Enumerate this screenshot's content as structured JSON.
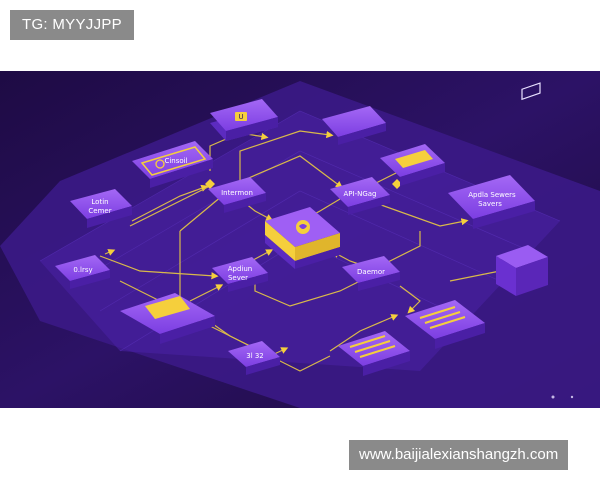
{
  "watermark_top": "TG: MYYJJPP",
  "watermark_bottom": "www.baijialexianshangzh.com",
  "diagram": {
    "center_node": {
      "icon": "heart-icon"
    },
    "nodes": [
      {
        "id": "cloud",
        "label": "Cinsoil"
      },
      {
        "id": "lotin",
        "label_line1": "Lotin",
        "label_line2": "Cemer"
      },
      {
        "id": "intermon",
        "label": "Intermon"
      },
      {
        "id": "api",
        "label": "API-NGag"
      },
      {
        "id": "apdia-left",
        "label_line1": "Apdiun",
        "label_line2": "Sever"
      },
      {
        "id": "daemor",
        "label": "Daemor"
      },
      {
        "id": "apdia-right",
        "label_line1": "Apdla Sewers",
        "label_line2": "Savers"
      },
      {
        "id": "small-left",
        "label": "0.lrsy"
      },
      {
        "id": "small-bottom",
        "label": "3l 32"
      },
      {
        "id": "top-u",
        "label": "U"
      }
    ]
  },
  "colors": {
    "background": "#2a1259",
    "panel": "#3a1a7a",
    "node": "#7b3fe0",
    "node_top": "#9a5cf2",
    "accent": "#f5cf3c",
    "line": "#d9b94a"
  }
}
